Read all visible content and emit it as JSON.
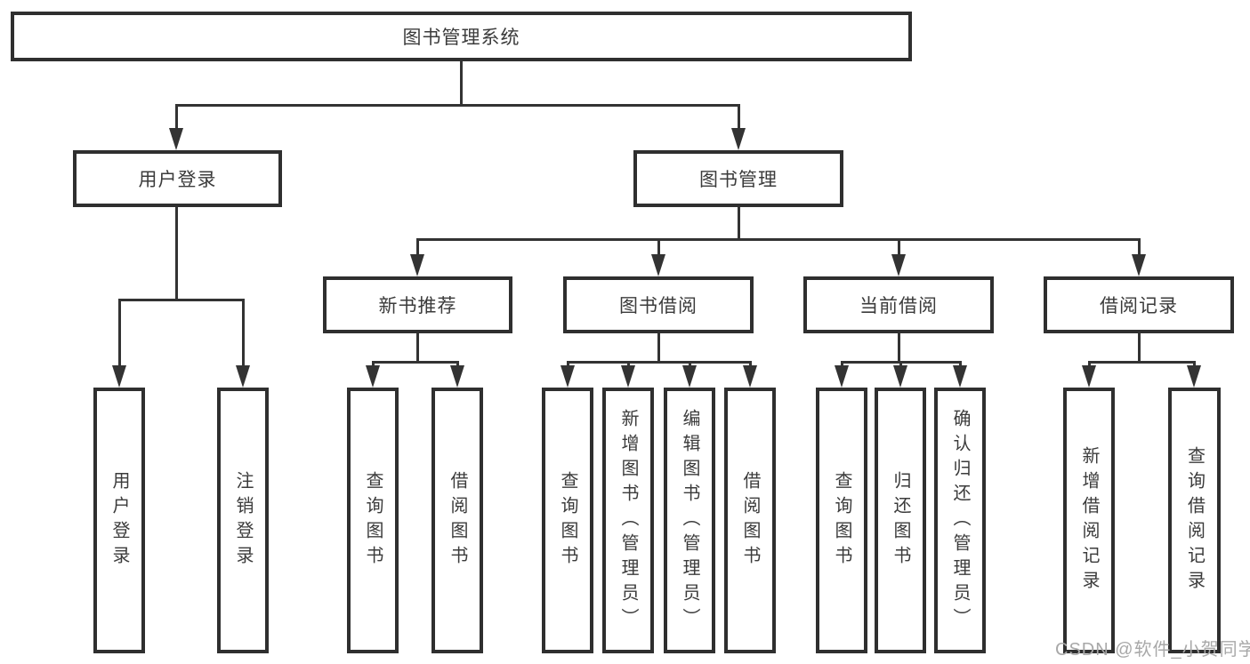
{
  "tree": {
    "root": "图书管理系统",
    "branches": [
      {
        "label": "用户登录",
        "children": [
          "用户登录",
          "注销登录"
        ]
      },
      {
        "label": "图书管理",
        "groups": [
          {
            "label": "新书推荐",
            "children": [
              "查询图书",
              "借阅图书"
            ]
          },
          {
            "label": "图书借阅",
            "children": [
              "查询图书",
              "新增图书（管理员）",
              "编辑图书（管理员）",
              "借阅图书"
            ]
          },
          {
            "label": "当前借阅",
            "children": [
              "查询图书",
              "归还图书",
              "确认归还（管理员）"
            ]
          },
          {
            "label": "借阅记录",
            "children": [
              "新增借阅记录",
              "查询借阅记录"
            ]
          }
        ]
      }
    ]
  },
  "watermark": "CSDN @软件_小贺同学",
  "colors": {
    "line": "#333333",
    "text": "#3b3b3b",
    "box_background": "#ffffff",
    "watermark": "#a8a8a8"
  }
}
